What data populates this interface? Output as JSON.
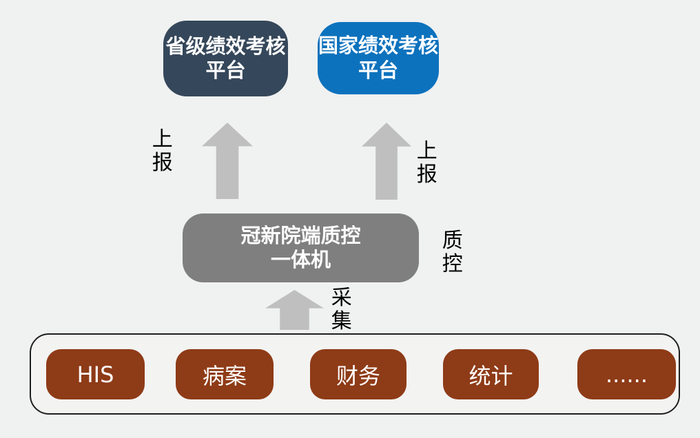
{
  "colors": {
    "background": "#F0F1F1",
    "provincial_box": "#35475A",
    "national_box": "#0D72BD",
    "qc_box": "#7F7F7F",
    "arrow": "#BFBFBF",
    "source_box": "#8E3B17",
    "container_border": "#1F1F1F",
    "box_text": "#FFFFFF",
    "label_text": "#000000"
  },
  "platforms": {
    "provincial": {
      "line1": "省级绩效考核",
      "line2": "平台"
    },
    "national": {
      "line1": "国家绩效考核",
      "line2": "平台"
    }
  },
  "qc_unit": {
    "line1": "冠新院端质控",
    "line2": "一体机"
  },
  "labels": {
    "report_left": "上报",
    "report_right": "上报",
    "quality_control": "质控",
    "collect": "采集"
  },
  "sources": {
    "items": [
      {
        "label": "HIS"
      },
      {
        "label": "病案"
      },
      {
        "label": "财务"
      },
      {
        "label": "统计"
      },
      {
        "label": "......"
      }
    ]
  }
}
